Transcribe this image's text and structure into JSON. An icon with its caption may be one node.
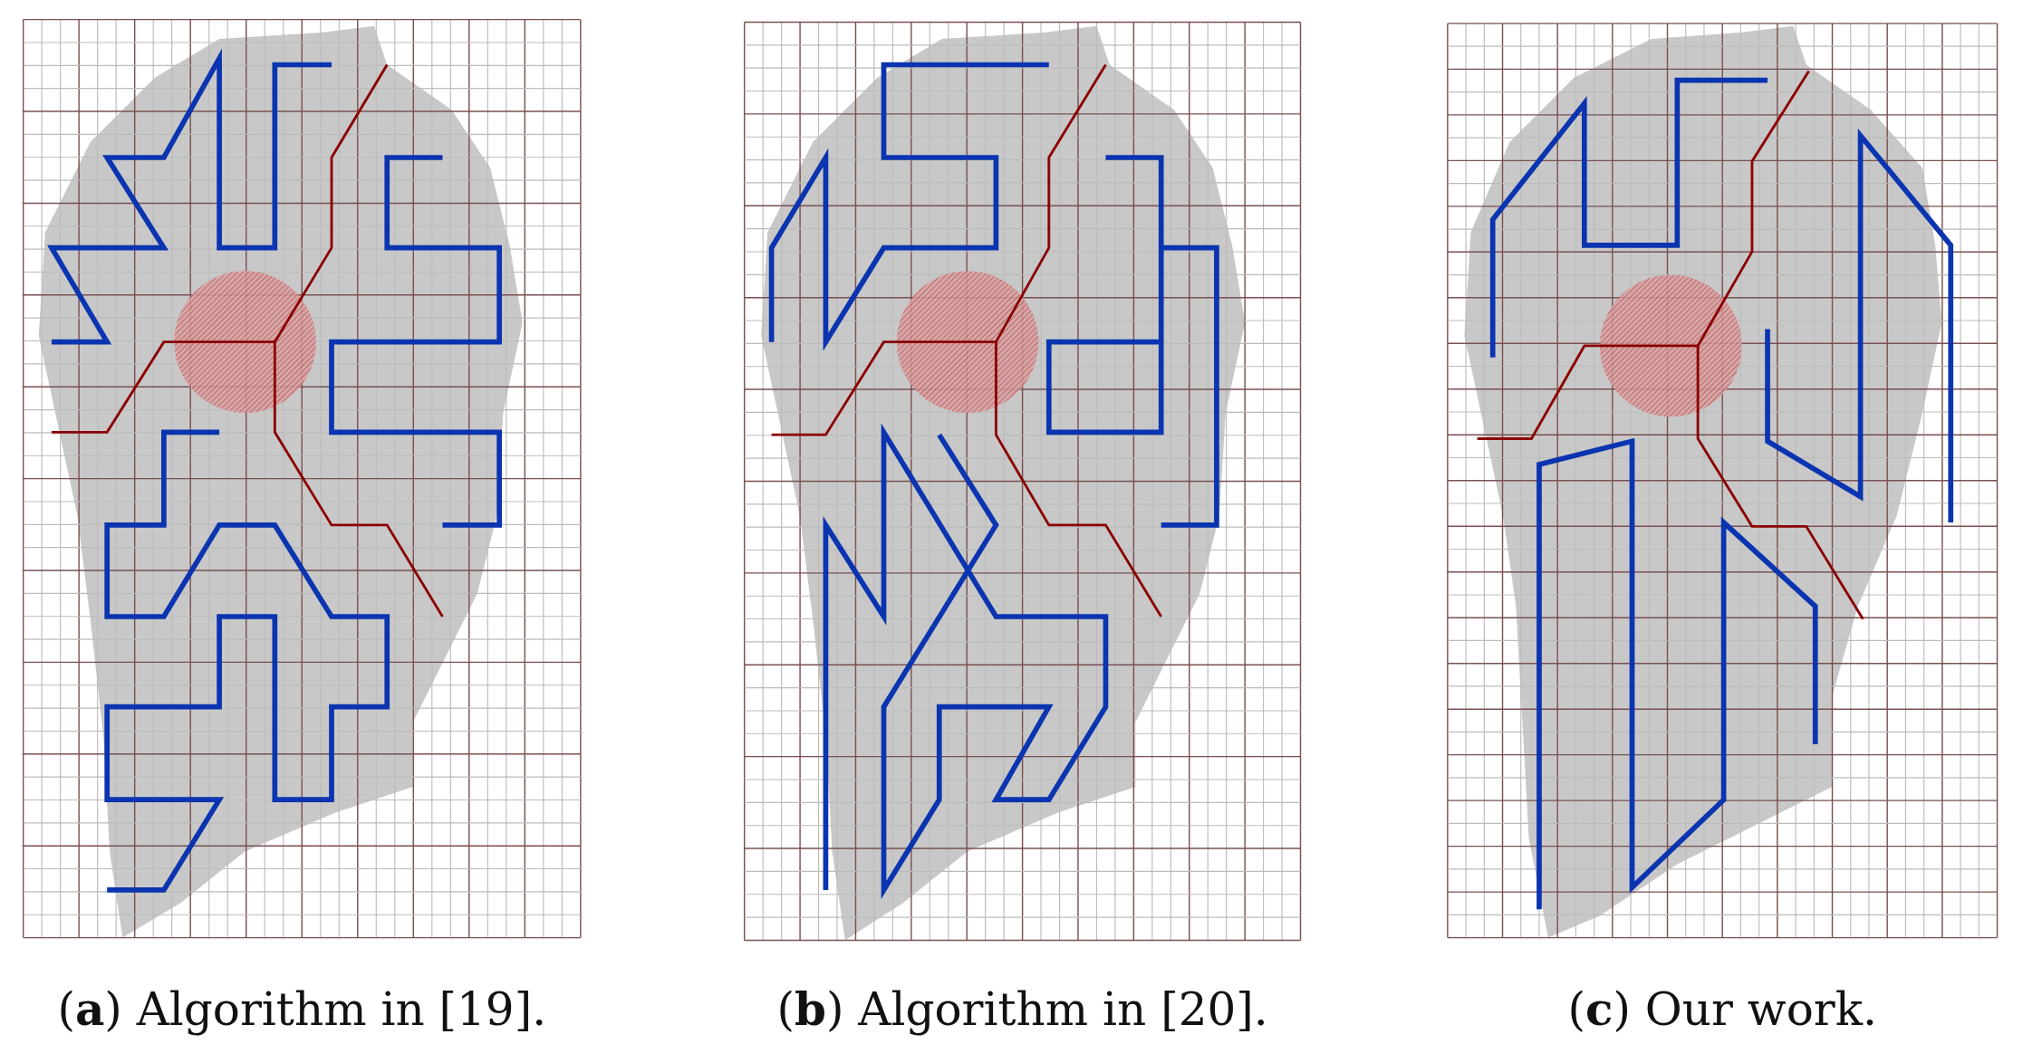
{
  "diagram": {
    "labels": [
      "(**a**) Algorithm in [19].",
      "(**b**) Algorithm in [20].",
      "(**c**) Our work."
    ]
  }
}
